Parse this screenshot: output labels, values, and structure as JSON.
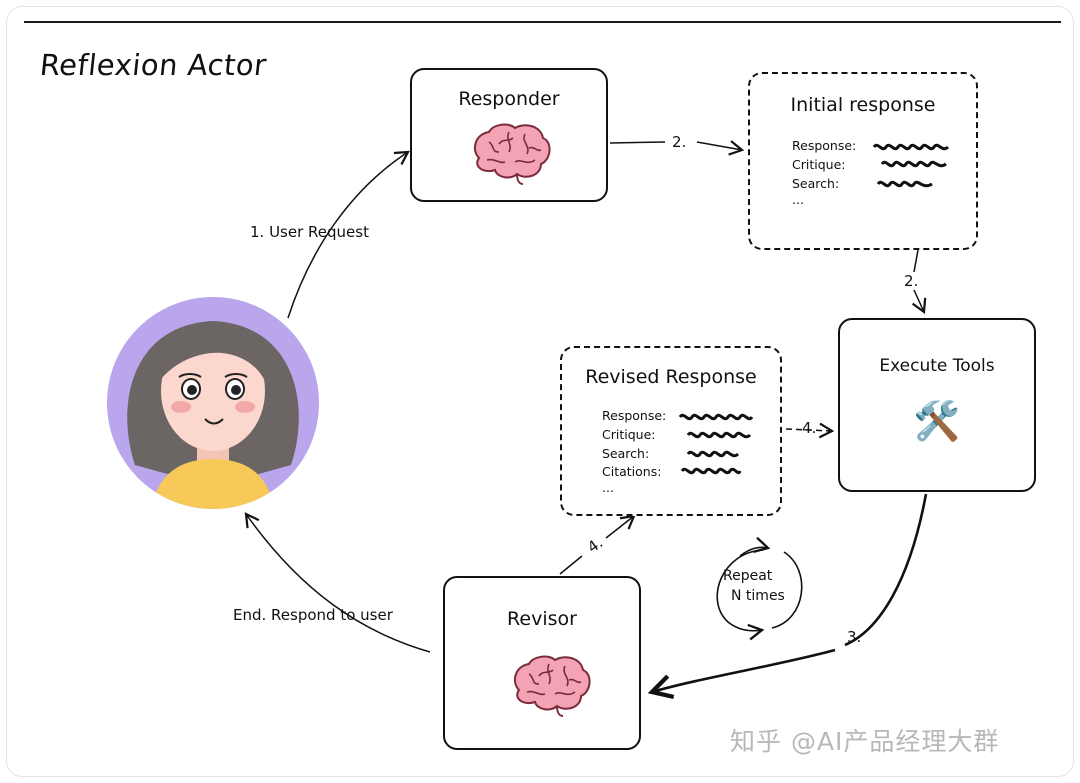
{
  "title": "Reflexion Actor",
  "responder": {
    "title": "Responder"
  },
  "initial_response": {
    "title": "Initial response",
    "fields": [
      "Response:",
      "Critique:",
      "Search:",
      "..."
    ]
  },
  "execute_tools": {
    "title": "Execute Tools",
    "icon": "hammer-and-wrench-icon",
    "glyph": "🛠️"
  },
  "revised_response": {
    "title": "Revised Response",
    "fields": [
      "Response:",
      "Critique:",
      "Search:",
      "Citations:",
      "..."
    ]
  },
  "revisor": {
    "title": "Revisor"
  },
  "edges": {
    "user_request": "1. User Request",
    "responder_to_initial": "2.",
    "initial_to_tools": "2.",
    "tools_to_revisor": "3.",
    "revisor_to_revised": "4.",
    "revised_to_tools": "4.",
    "end": "End. Respond to user"
  },
  "repeat": {
    "line1": "Repeat",
    "line2": "N times"
  },
  "watermark": "知乎 @AI产品经理大群",
  "colors": {
    "brain": "#f4a3b4",
    "brain_line": "#7a2b3c",
    "avatar_bg": "#b9a6ec",
    "hair": "#6b6563",
    "shirt": "#f7c959",
    "skin": "#fbd7cd"
  }
}
